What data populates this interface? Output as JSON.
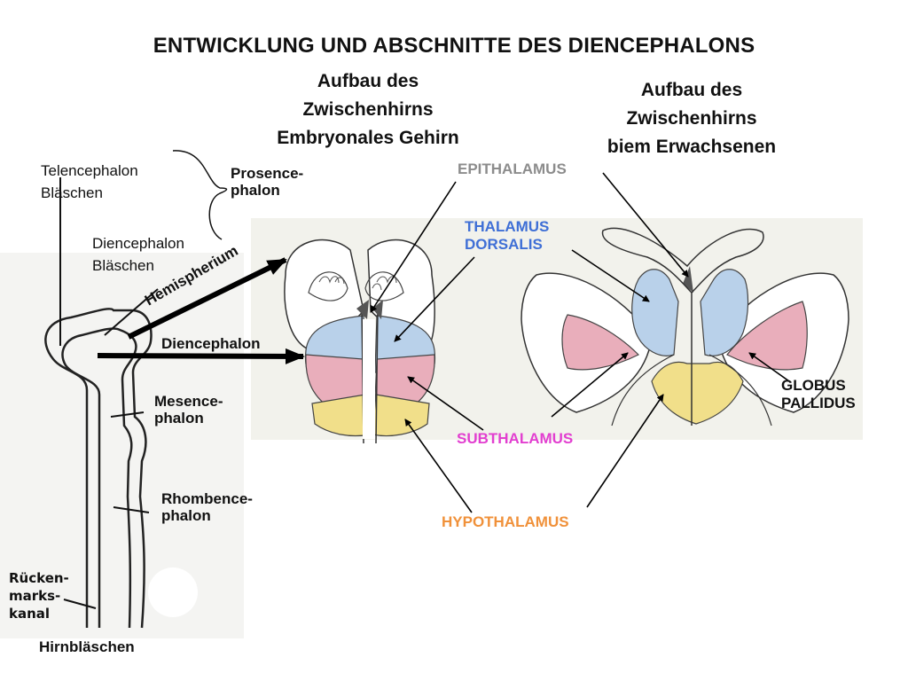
{
  "title": "ENTWICKLUNG UND ABSCHNITTE DES DIENCEPHALONS",
  "headings": {
    "embryo": [
      "Aufbau  des",
      "Zwischenhirns",
      "Embryonales Gehirn"
    ],
    "adult": [
      "Aufbau des",
      "Zwischenhirns",
      "biem Erwachsenen"
    ]
  },
  "embryo_labels": {
    "telencephalon": [
      "Telencephalon",
      "Bläschen"
    ],
    "diencephalon_blaeschen": [
      "Diencephalon",
      "Bläschen"
    ],
    "prosencephalon": [
      "Prosence-",
      "phalon"
    ],
    "hemispherium": "Hemispherium",
    "diencephalon": "Diencephalon",
    "mesencephalon": [
      "Mesence-",
      "phalon"
    ],
    "rhombencephalon": [
      "Rhombence-",
      "phalon"
    ],
    "rueckenmarkskanal": [
      "Rücken-",
      "marks-",
      "kanal"
    ],
    "hirnblaeschen": "Hirnbläschen"
  },
  "regions": {
    "epithalamus": {
      "text": "EPITHALAMUS",
      "color": "#8c8c8c"
    },
    "thalamus": {
      "lines": [
        "THALAMUS",
        "DORSALIS"
      ],
      "color": "#3f6fd6"
    },
    "subthalamus": {
      "text": "SUBTHALAMUS",
      "color": "#e23fd0"
    },
    "hypothalamus": {
      "text": "HYPOTHALAMUS",
      "color": "#f0913a"
    },
    "globus": {
      "lines": [
        "GLOBUS",
        "PALLIDUS"
      ],
      "color": "#111111"
    }
  },
  "fills": {
    "thalamus": "#b9d1ea",
    "subthalamus": "#e9aebb",
    "hypothalamus": "#f1df8a",
    "epithalamus": "#555555",
    "panel": "#f2f2ec"
  }
}
